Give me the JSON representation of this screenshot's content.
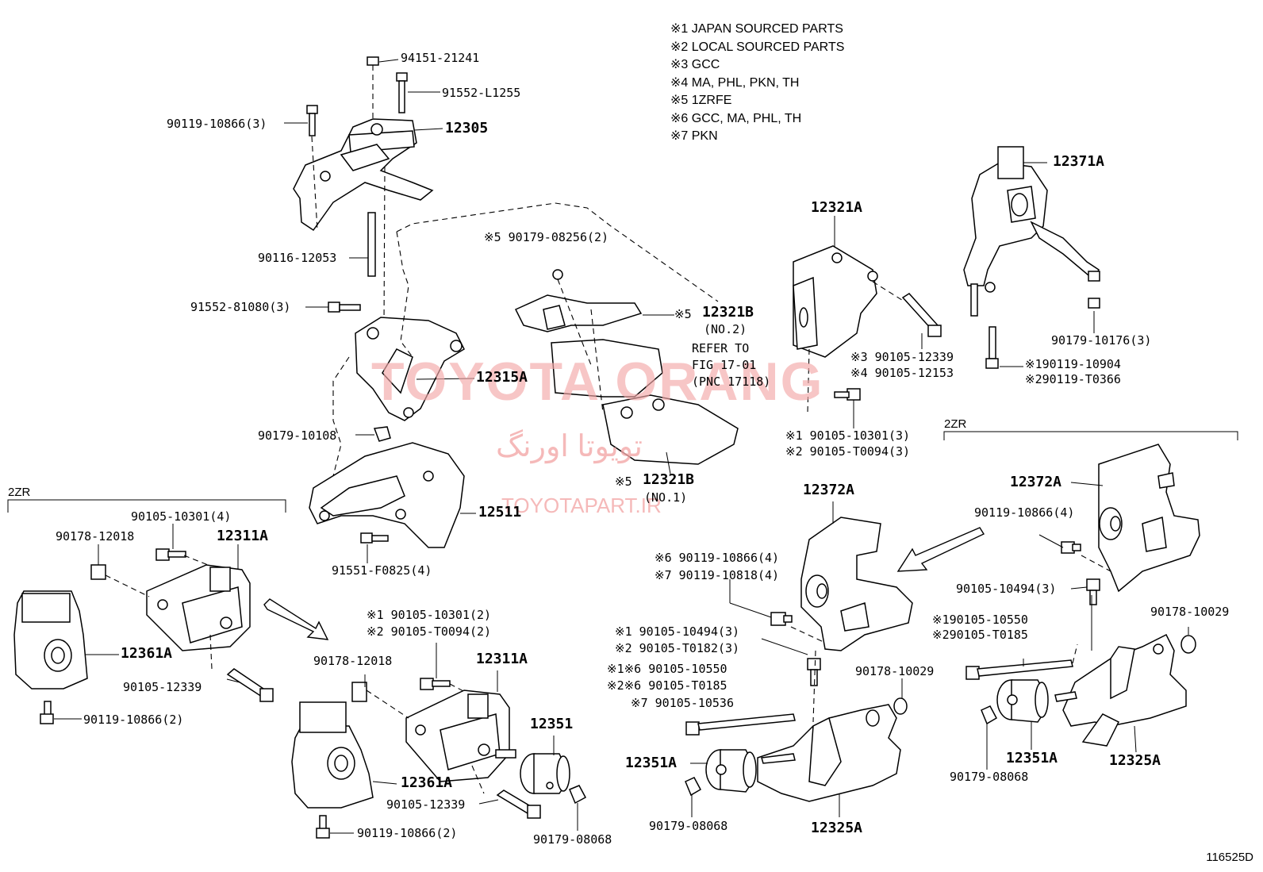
{
  "legend": [
    "※1 JAPAN SOURCED PARTS",
    "※2 LOCAL SOURCED PARTS",
    "※3 GCC",
    "※4 MA, PHL, PKN, TH",
    "※5 1ZRFE",
    "※6 GCC, MA, PHL, TH",
    "※7 PKN"
  ],
  "watermark": {
    "brand": "TOYOTA ORANG",
    "persian": "تویوتا اورنگ",
    "url": "TOYOTAPART.IR"
  },
  "figure_number": "116525D",
  "group_labels": {
    "zr_left": "2ZR",
    "zr_right": "2ZR"
  },
  "callouts": {
    "c01": "94151-21241",
    "c02": "91552-L1255",
    "c03": "90119-10866(3)",
    "c04": "12305",
    "c05": "90116-12053",
    "c06": "91552-81080(3)",
    "c07": "12315A",
    "c08": "90179-10108",
    "c09": "12511",
    "c10": "91551-F0825(4)",
    "c11": "※5 90179-08256(2)",
    "c12": "※5",
    "c13": "12321B",
    "c14": "(NO.2)",
    "c15": "REFER TO",
    "c16": "FIG 17-01",
    "c17": "(PNC 17118)",
    "c18": "※5",
    "c19": "12321B",
    "c20": "(NO.1)",
    "c21": "12321A",
    "c22": "※3 90105-12339",
    "c23": "※4 90105-12153",
    "c24": "※1 90105-10301(3)",
    "c25": "※2 90105-T0094(3)",
    "c26": "12371A",
    "c27": "90179-10176(3)",
    "c28": "※190119-10904",
    "c29": "※290119-T0366",
    "c30": "90105-10301(4)",
    "c31": "90178-12018",
    "c32": "12311A",
    "c33": "12361A",
    "c34": "90105-12339",
    "c35": "90119-10866(2)",
    "c36": "※1 90105-10301(2)",
    "c37": "※2 90105-T0094(2)",
    "c38": "90178-12018",
    "c39": "12311A",
    "c40": "12351",
    "c41": "12361A",
    "c42": "90105-12339",
    "c43": "90119-10866(2)",
    "c44": "90179-08068",
    "c45": "12372A",
    "c46": "※6 90119-10866(4)",
    "c47": "※7 90119-10818(4)",
    "c48": "※1 90105-10494(3)",
    "c49": "※2 90105-T0182(3)",
    "c50": "※1※6 90105-10550",
    "c51": "※2※6 90105-T0185",
    "c52": "※7 90105-10536",
    "c53": "12351A",
    "c54": "90179-08068",
    "c55": "12325A",
    "c56": "90178-10029",
    "c57": "12372A",
    "c58": "90119-10866(4)",
    "c59": "90105-10494(3)",
    "c60": "90178-10029",
    "c61": "※190105-10550",
    "c62": "※290105-T0185",
    "c63": "12351A",
    "c64": "90179-08068",
    "c65": "12325A"
  },
  "colors": {
    "line": "#000000",
    "watermark": "#f3a8a8"
  }
}
